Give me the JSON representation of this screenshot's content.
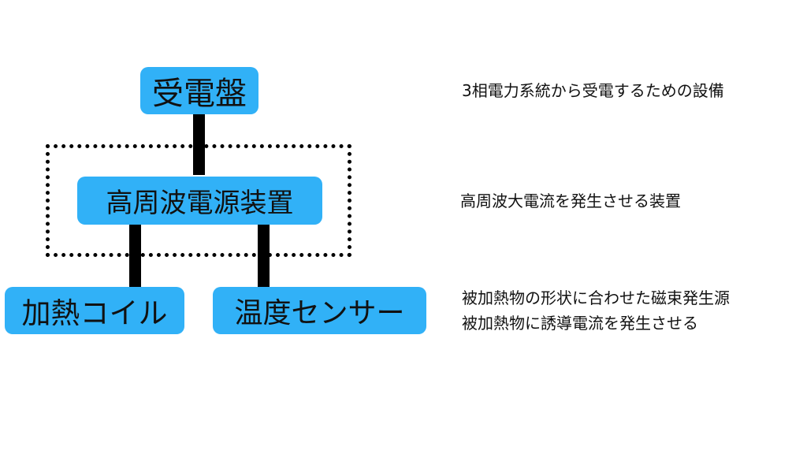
{
  "diagram": {
    "nodes": {
      "receiving_panel": "受電盤",
      "hf_power_unit": "高周波電源装置",
      "heating_coil": "加熱コイル",
      "temp_sensor": "温度センサー"
    },
    "descriptions": {
      "receiving_panel": "3相電力系統から受電するための設備",
      "hf_power_unit": "高周波大電流を発生させる装置",
      "heating_coil_line1": "被加熱物の形状に合わせた磁束発生源",
      "heating_coil_line2": "被加熱物に誘導電流を発生させる"
    }
  },
  "colors": {
    "box_fill": "#31b1f7",
    "connector": "#000000",
    "text": "#111111"
  }
}
